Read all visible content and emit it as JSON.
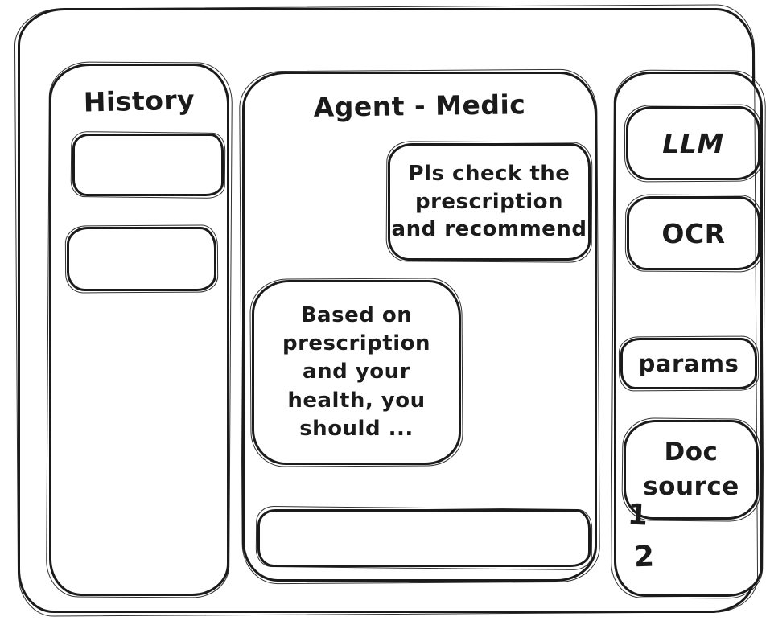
{
  "frame": {
    "stroke": "#1b1b1b",
    "background": "#ffffff"
  },
  "history_panel": {
    "title": "History",
    "items": [
      "",
      ""
    ]
  },
  "chat_panel": {
    "title": "Agent - Medic",
    "messages": [
      {
        "role": "user",
        "text": "Pls check the\nprescription\nand recommend"
      },
      {
        "role": "assistant",
        "text": "Based on\nprescription\nand your\nhealth, you\nshould ..."
      }
    ],
    "input": {
      "value": ""
    }
  },
  "tools_panel": {
    "items": [
      {
        "id": "llm",
        "label": "LLM"
      },
      {
        "id": "ocr",
        "label": "OCR"
      },
      {
        "id": "params",
        "label": "params"
      },
      {
        "id": "doc-source",
        "label": "Doc\nsource"
      }
    ],
    "source_numbers": [
      "1",
      "2"
    ]
  }
}
